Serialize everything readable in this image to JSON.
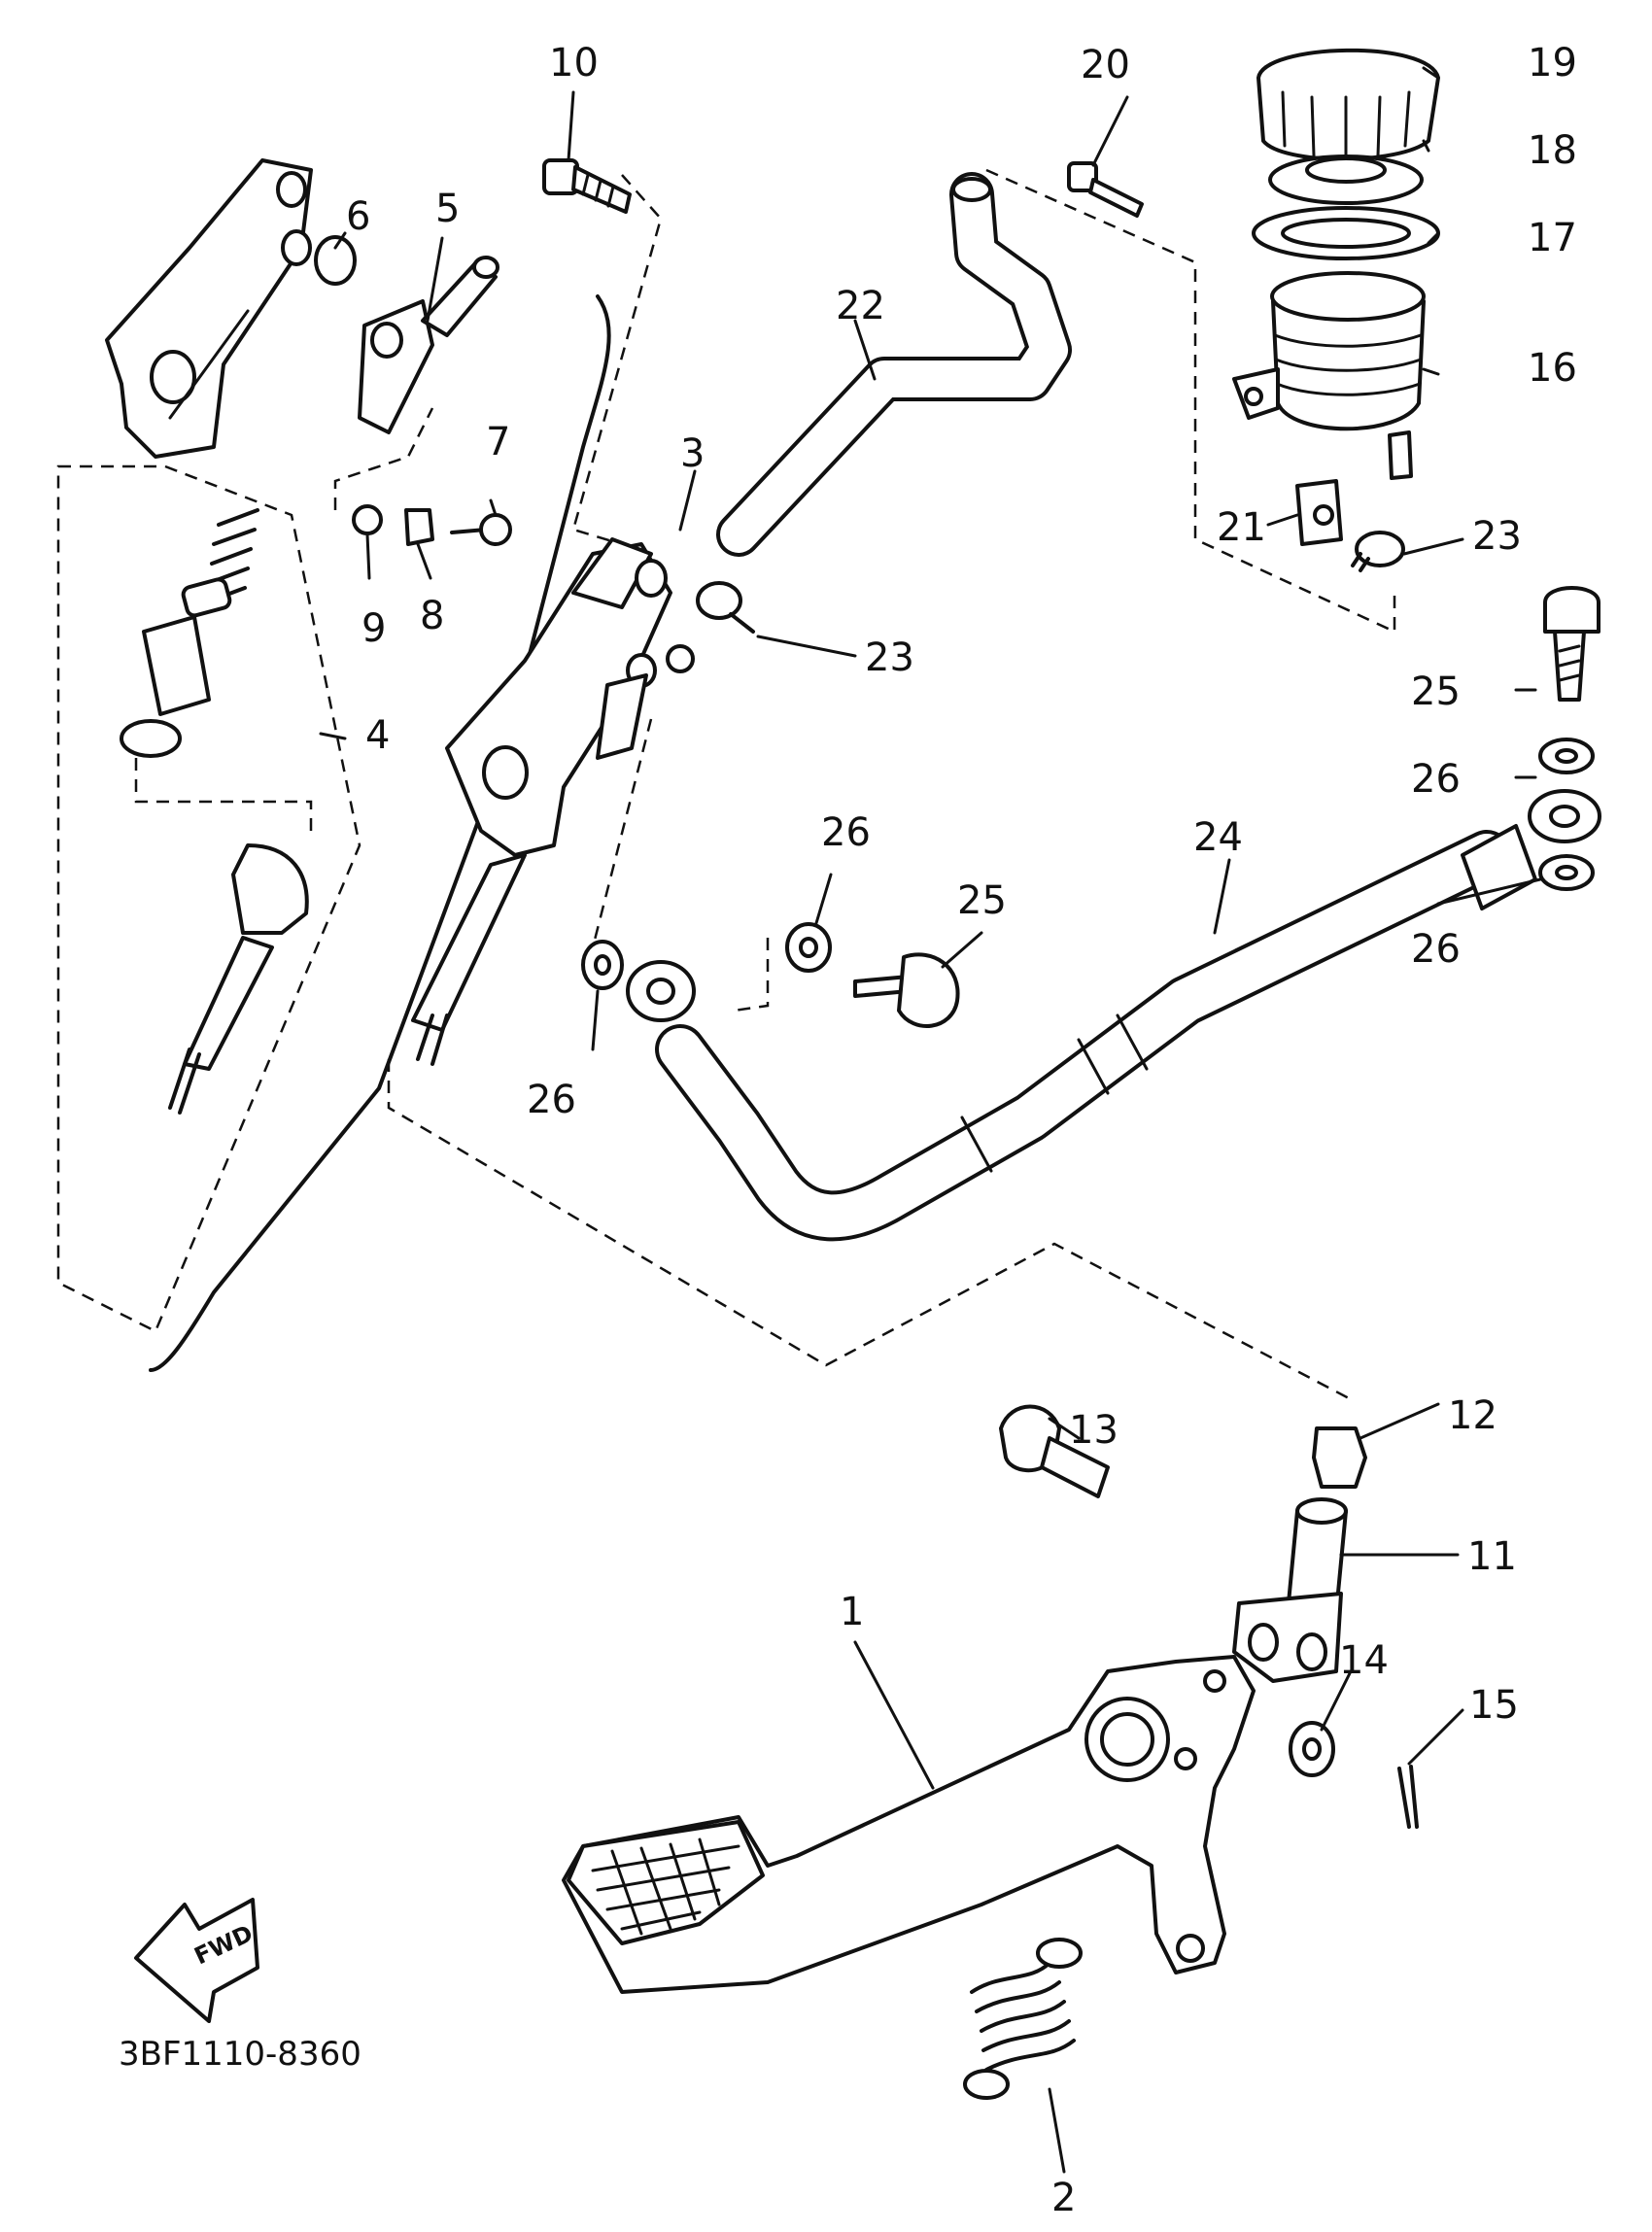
{
  "labels": {
    "p1": "1",
    "p2": "2",
    "p3": "3",
    "p4": "4",
    "p5": "5",
    "p6": "6",
    "p7": "7",
    "p8": "8",
    "p9": "9",
    "p10": "10",
    "p11": "11",
    "p12": "12",
    "p13": "13",
    "p14": "14",
    "p15": "15",
    "p16": "16",
    "p17": "17",
    "p18": "18",
    "p19": "19",
    "p20": "20",
    "p21": "21",
    "p22": "22",
    "p23a": "23",
    "p23b": "23",
    "p24": "24",
    "p25a": "25",
    "p25b": "25",
    "p26a": "26",
    "p26b": "26",
    "p26c": "26",
    "p26d": "26"
  },
  "fwd_label": "FWD",
  "diagram_code": "3BF1110-8360"
}
